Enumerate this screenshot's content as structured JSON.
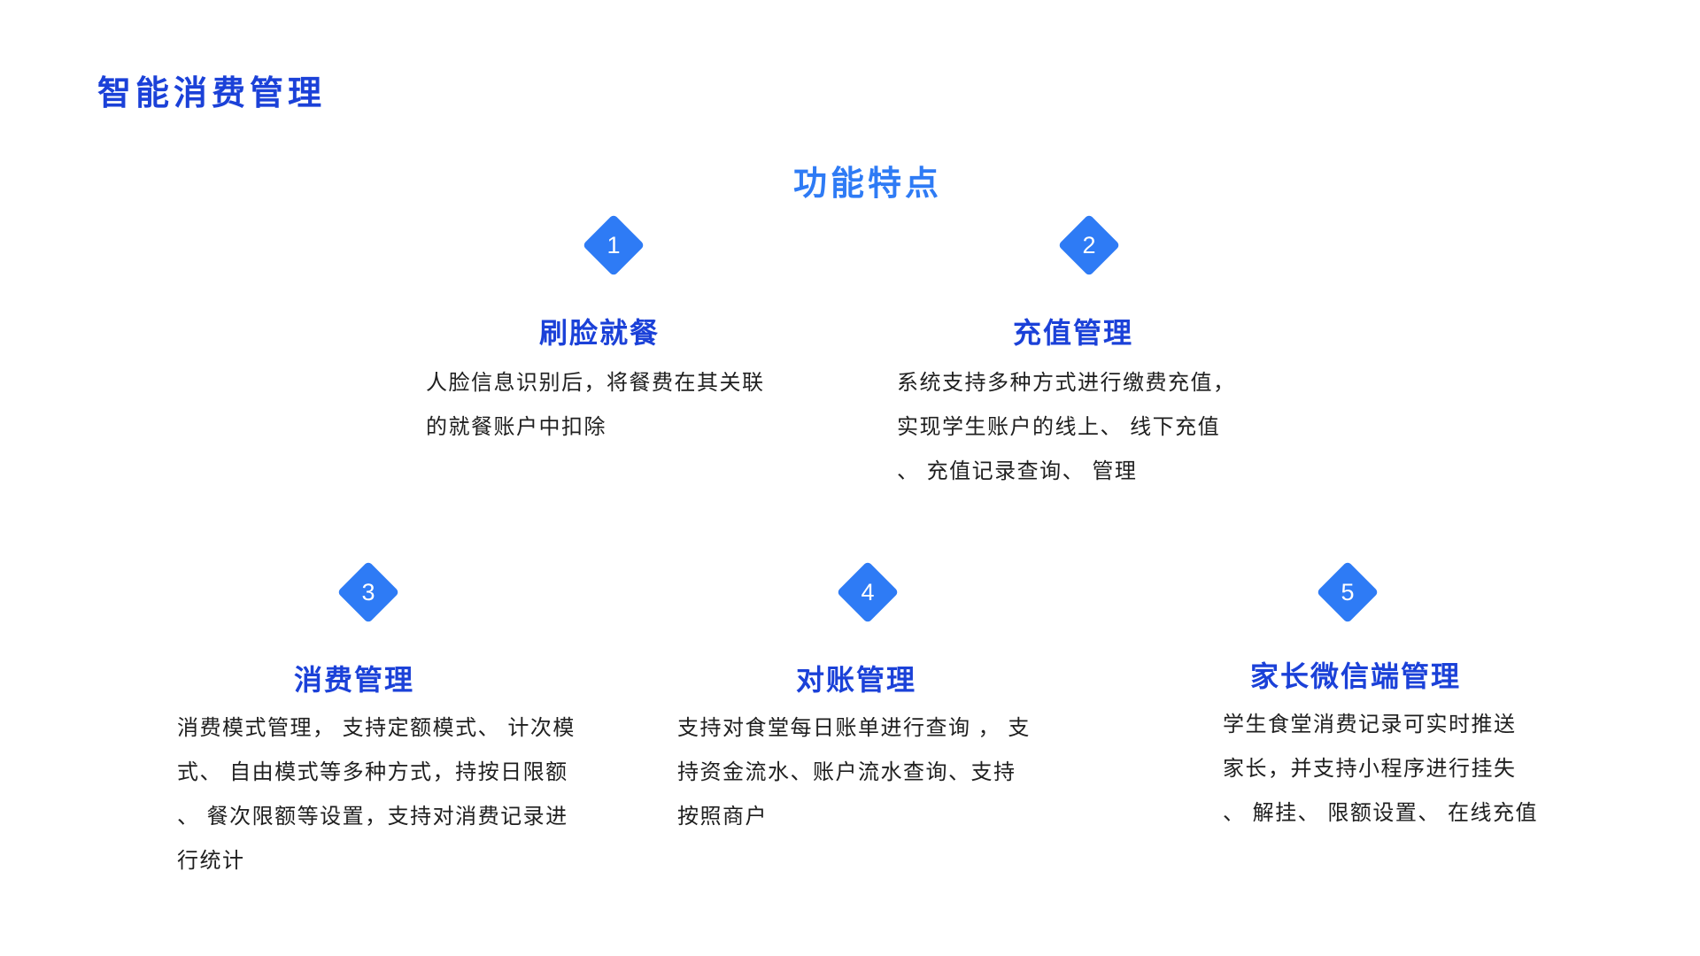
{
  "page_title": "智能消费管理",
  "section_title": "功能特点",
  "colors": {
    "heading_blue": "#1b41d8",
    "bright_blue": "#2e7bf5",
    "body_color": "#1f1f1f"
  },
  "features": [
    {
      "num": "1",
      "title": "刷脸就餐",
      "lines": [
        "人脸信息识别后，将餐费在其关联",
        "的就餐账户中扣除"
      ]
    },
    {
      "num": "2",
      "title": "充值管理",
      "lines": [
        "系统支持多种方式进行缴费充值，",
        "实现学生账户的线上、 线下充值",
        "、 充值记录查询、 管理"
      ]
    },
    {
      "num": "3",
      "title": "消费管理",
      "lines": [
        "消费模式管理， 支持定额模式、 计次模",
        "式、 自由模式等多种方式，持按日限额",
        "、 餐次限额等设置，支持对消费记录进",
        "行统计"
      ]
    },
    {
      "num": "4",
      "title": "对账管理",
      "lines": [
        "支持对食堂每日账单进行查询 ， 支",
        "持资金流水、账户流水查询、支持",
        "按照商户"
      ]
    },
    {
      "num": "5",
      "title": "家长微信端管理",
      "lines": [
        "学生食堂消费记录可实时推送",
        "家长，并支持小程序进行挂失",
        "、 解挂、 限额设置、 在线充值"
      ]
    }
  ]
}
